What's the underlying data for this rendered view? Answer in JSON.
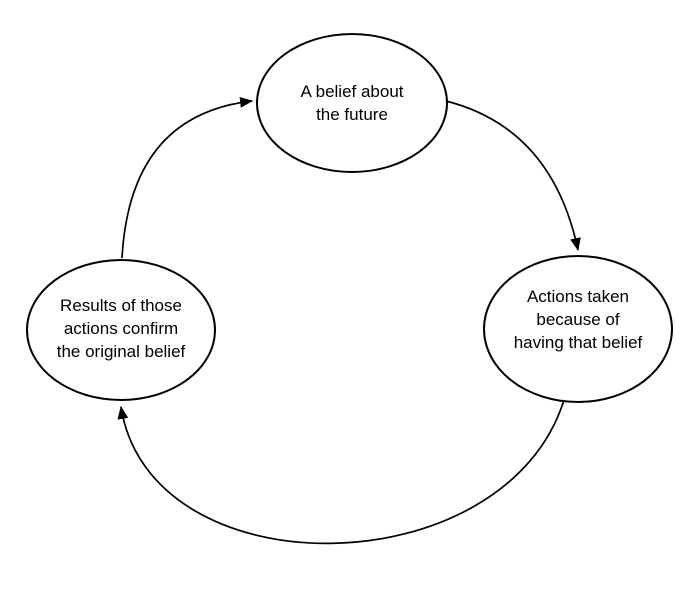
{
  "diagram": {
    "type": "cycle",
    "background_color": "#ffffff",
    "line_color": "#000000",
    "text_color": "#000000",
    "nodes": [
      {
        "id": "belief",
        "label": "A belief about the future",
        "lines": [
          "A belief about",
          "the future"
        ]
      },
      {
        "id": "actions",
        "label": "Actions taken because of having that belief",
        "lines": [
          "Actions taken",
          "because of",
          "having that belief"
        ]
      },
      {
        "id": "results",
        "label": "Results of those actions confirm the original belief",
        "lines": [
          "Results of those",
          "actions confirm",
          "the original belief"
        ]
      }
    ],
    "edges": [
      {
        "from": "belief",
        "to": "actions"
      },
      {
        "from": "actions",
        "to": "results"
      },
      {
        "from": "results",
        "to": "belief"
      }
    ]
  }
}
